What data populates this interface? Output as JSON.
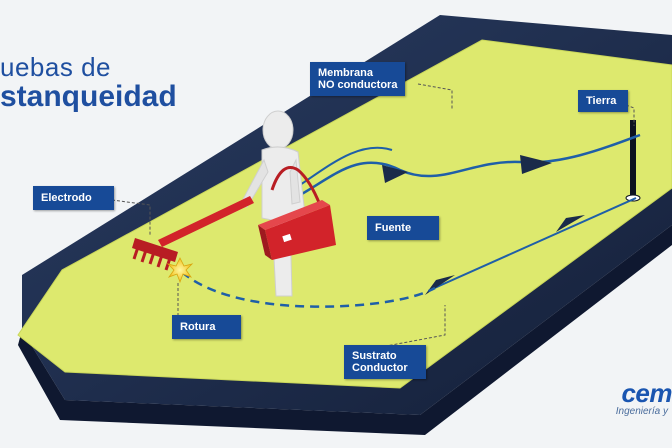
{
  "title": {
    "line1": "uebas de",
    "line2": "stanqueidad"
  },
  "labels": {
    "membrane_line1": "Membrana",
    "membrane_line2": "NO conductora",
    "ground": "Tierra",
    "electrode": "Electrodo",
    "source": "Fuente",
    "break": "Rotura",
    "substrate_line1": "Sustrato",
    "substrate_line2": "Conductor"
  },
  "brand": {
    "logo_text": "cem",
    "tagline": "Ingeniería y"
  },
  "colors": {
    "background": "#f2f4f6",
    "substrate": "#1d2f52",
    "membrane": "#dde96e",
    "label_bg": "#174a97",
    "wire": "#1f5fa8",
    "equipment": "#d2232a",
    "arrow": "#1a2b4a"
  },
  "icons": [
    "person-icon",
    "rake-electrode-icon",
    "power-source-box-icon",
    "ground-rod-icon",
    "spark-icon",
    "arrow-icon"
  ]
}
